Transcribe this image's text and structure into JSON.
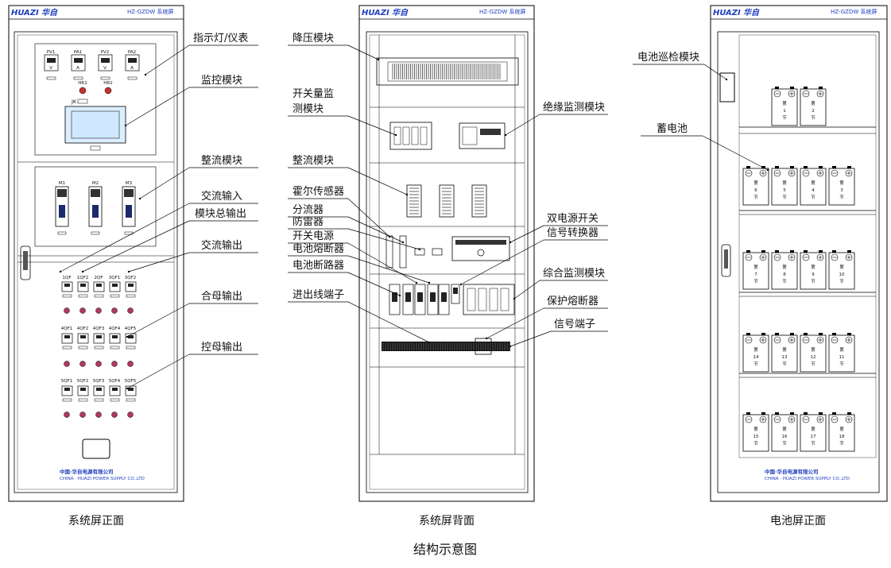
{
  "brand": "HUAZI",
  "brand_cn": "华自",
  "cabinet_model": "HZ-GZDW 系统屏",
  "footer_cn": "中国·华自电源有限公司",
  "footer_en": "CHINA · HUAZI POWER SUPPLY CO.,LTD",
  "title": "结构示意图",
  "captions": {
    "front": "系统屏正面",
    "back": "系统屏背面",
    "battery": "电池屏正面"
  },
  "front_panel": {
    "callouts": [
      "指示灯/仪表",
      "监控模块",
      "整流模块",
      "交流输入",
      "模块总输出",
      "交流输出",
      "合母输出",
      "控母输出"
    ],
    "meters": [
      "PV1",
      "PA1",
      "PV2",
      "PA2"
    ],
    "meter_units": [
      "V",
      "A",
      "V",
      "A"
    ],
    "lamps": [
      "HR1",
      "HR2"
    ],
    "jk": "JK",
    "modules": [
      "M1",
      "M2",
      "M3"
    ],
    "breakers_row1": [
      "1QF",
      "1QF2",
      "2QF",
      "3QF1",
      "3QF2"
    ],
    "breakers_row2": [
      "4QF1",
      "4QF2",
      "4QF3",
      "4QF4",
      "4QF5"
    ],
    "breakers_row3": [
      "5QF1",
      "5QF2",
      "5QF3",
      "5QF4",
      "5QF5"
    ]
  },
  "back_panel": {
    "callouts_left": [
      "降压模块",
      "开关量监",
      "测模块",
      "整流模块",
      "霍尔传感器",
      "分流器",
      "防雷器",
      "开关电源",
      "电池熔断器",
      "电池断路器",
      "进出线端子"
    ],
    "callouts_right": [
      "绝缘监测模块",
      "双电源开关",
      "信号转换器",
      "综合监测模块",
      "保护熔断器",
      "信号端子"
    ]
  },
  "battery_panel": {
    "callouts": [
      "电池巡检模块",
      "蓄电池"
    ],
    "cell_prefix": "第",
    "cell_suffix": "节",
    "rows": [
      [
        "1",
        "2"
      ],
      [
        "6",
        "5",
        "4",
        "3"
      ],
      [
        "7",
        "8",
        "9",
        "10"
      ],
      [
        "14",
        "13",
        "12",
        "11"
      ],
      [
        "15",
        "16",
        "17",
        "18"
      ]
    ]
  }
}
